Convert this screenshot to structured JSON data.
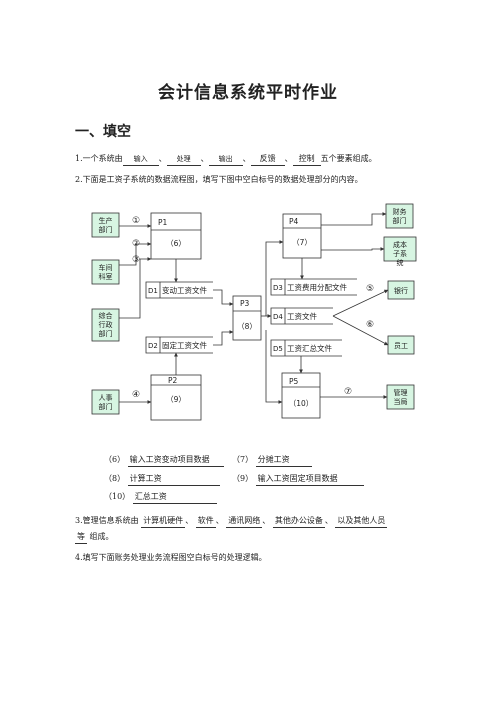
{
  "doc": {
    "title": "会计信息系统平时作业",
    "section1": "一、填空"
  },
  "q1": {
    "prefix": "1.一个系统由",
    "blanks": [
      "输入",
      "处理",
      "输出",
      "反馈",
      "控制"
    ],
    "sep": "、",
    "suffix": "五个要素组成。"
  },
  "q2": {
    "text": "2.下面是工资子系统的数据流程图，填写下图中空白标号的数据处理部分的内容。"
  },
  "diagram": {
    "external_left": [
      "生产部门",
      "车间科室",
      "综合行政部门",
      "人事部门"
    ],
    "external_right": [
      "财务部门",
      "成本子系统",
      "银行",
      "员工",
      "管理当局"
    ],
    "processes": [
      {
        "id": "P1",
        "num": "（6）"
      },
      {
        "id": "P2",
        "num": "（9）"
      },
      {
        "id": "P3",
        "num": "（8）"
      },
      {
        "id": "P4",
        "num": "（7）"
      },
      {
        "id": "P5",
        "num": "（10）"
      }
    ],
    "stores": [
      {
        "id": "D1",
        "name": "变动工资文件"
      },
      {
        "id": "D2",
        "name": "固定工资文件"
      },
      {
        "id": "D3",
        "name": "工资费用分配文件"
      },
      {
        "id": "D4",
        "name": "工资文件"
      },
      {
        "id": "D5",
        "name": "工资汇总文件"
      }
    ],
    "flows": [
      "①",
      "②",
      "③",
      "④",
      "⑤",
      "⑥",
      "⑦"
    ]
  },
  "answers": {
    "a6_label": "（6）",
    "a6": "输入工资变动项目数据",
    "a7_label": "（7）",
    "a7": "分摊工资",
    "a8_label": "（8）",
    "a8": "计算工资",
    "a9_label": "（9）",
    "a9": "输入工资固定项目数据",
    "a10_label": "（10）",
    "a10": "汇总工资"
  },
  "q3": {
    "prefix": "3.管理信息系统由",
    "blanks": [
      "计算机硬件",
      "软件",
      "通讯网络",
      "其他办公设备",
      "以及其他人员"
    ],
    "sep": "、",
    "wrap": "等",
    "suffix": "组成。"
  },
  "q4": {
    "text": "4.填写下面账务处理业务流程图空白标号的处理逻辑。"
  }
}
